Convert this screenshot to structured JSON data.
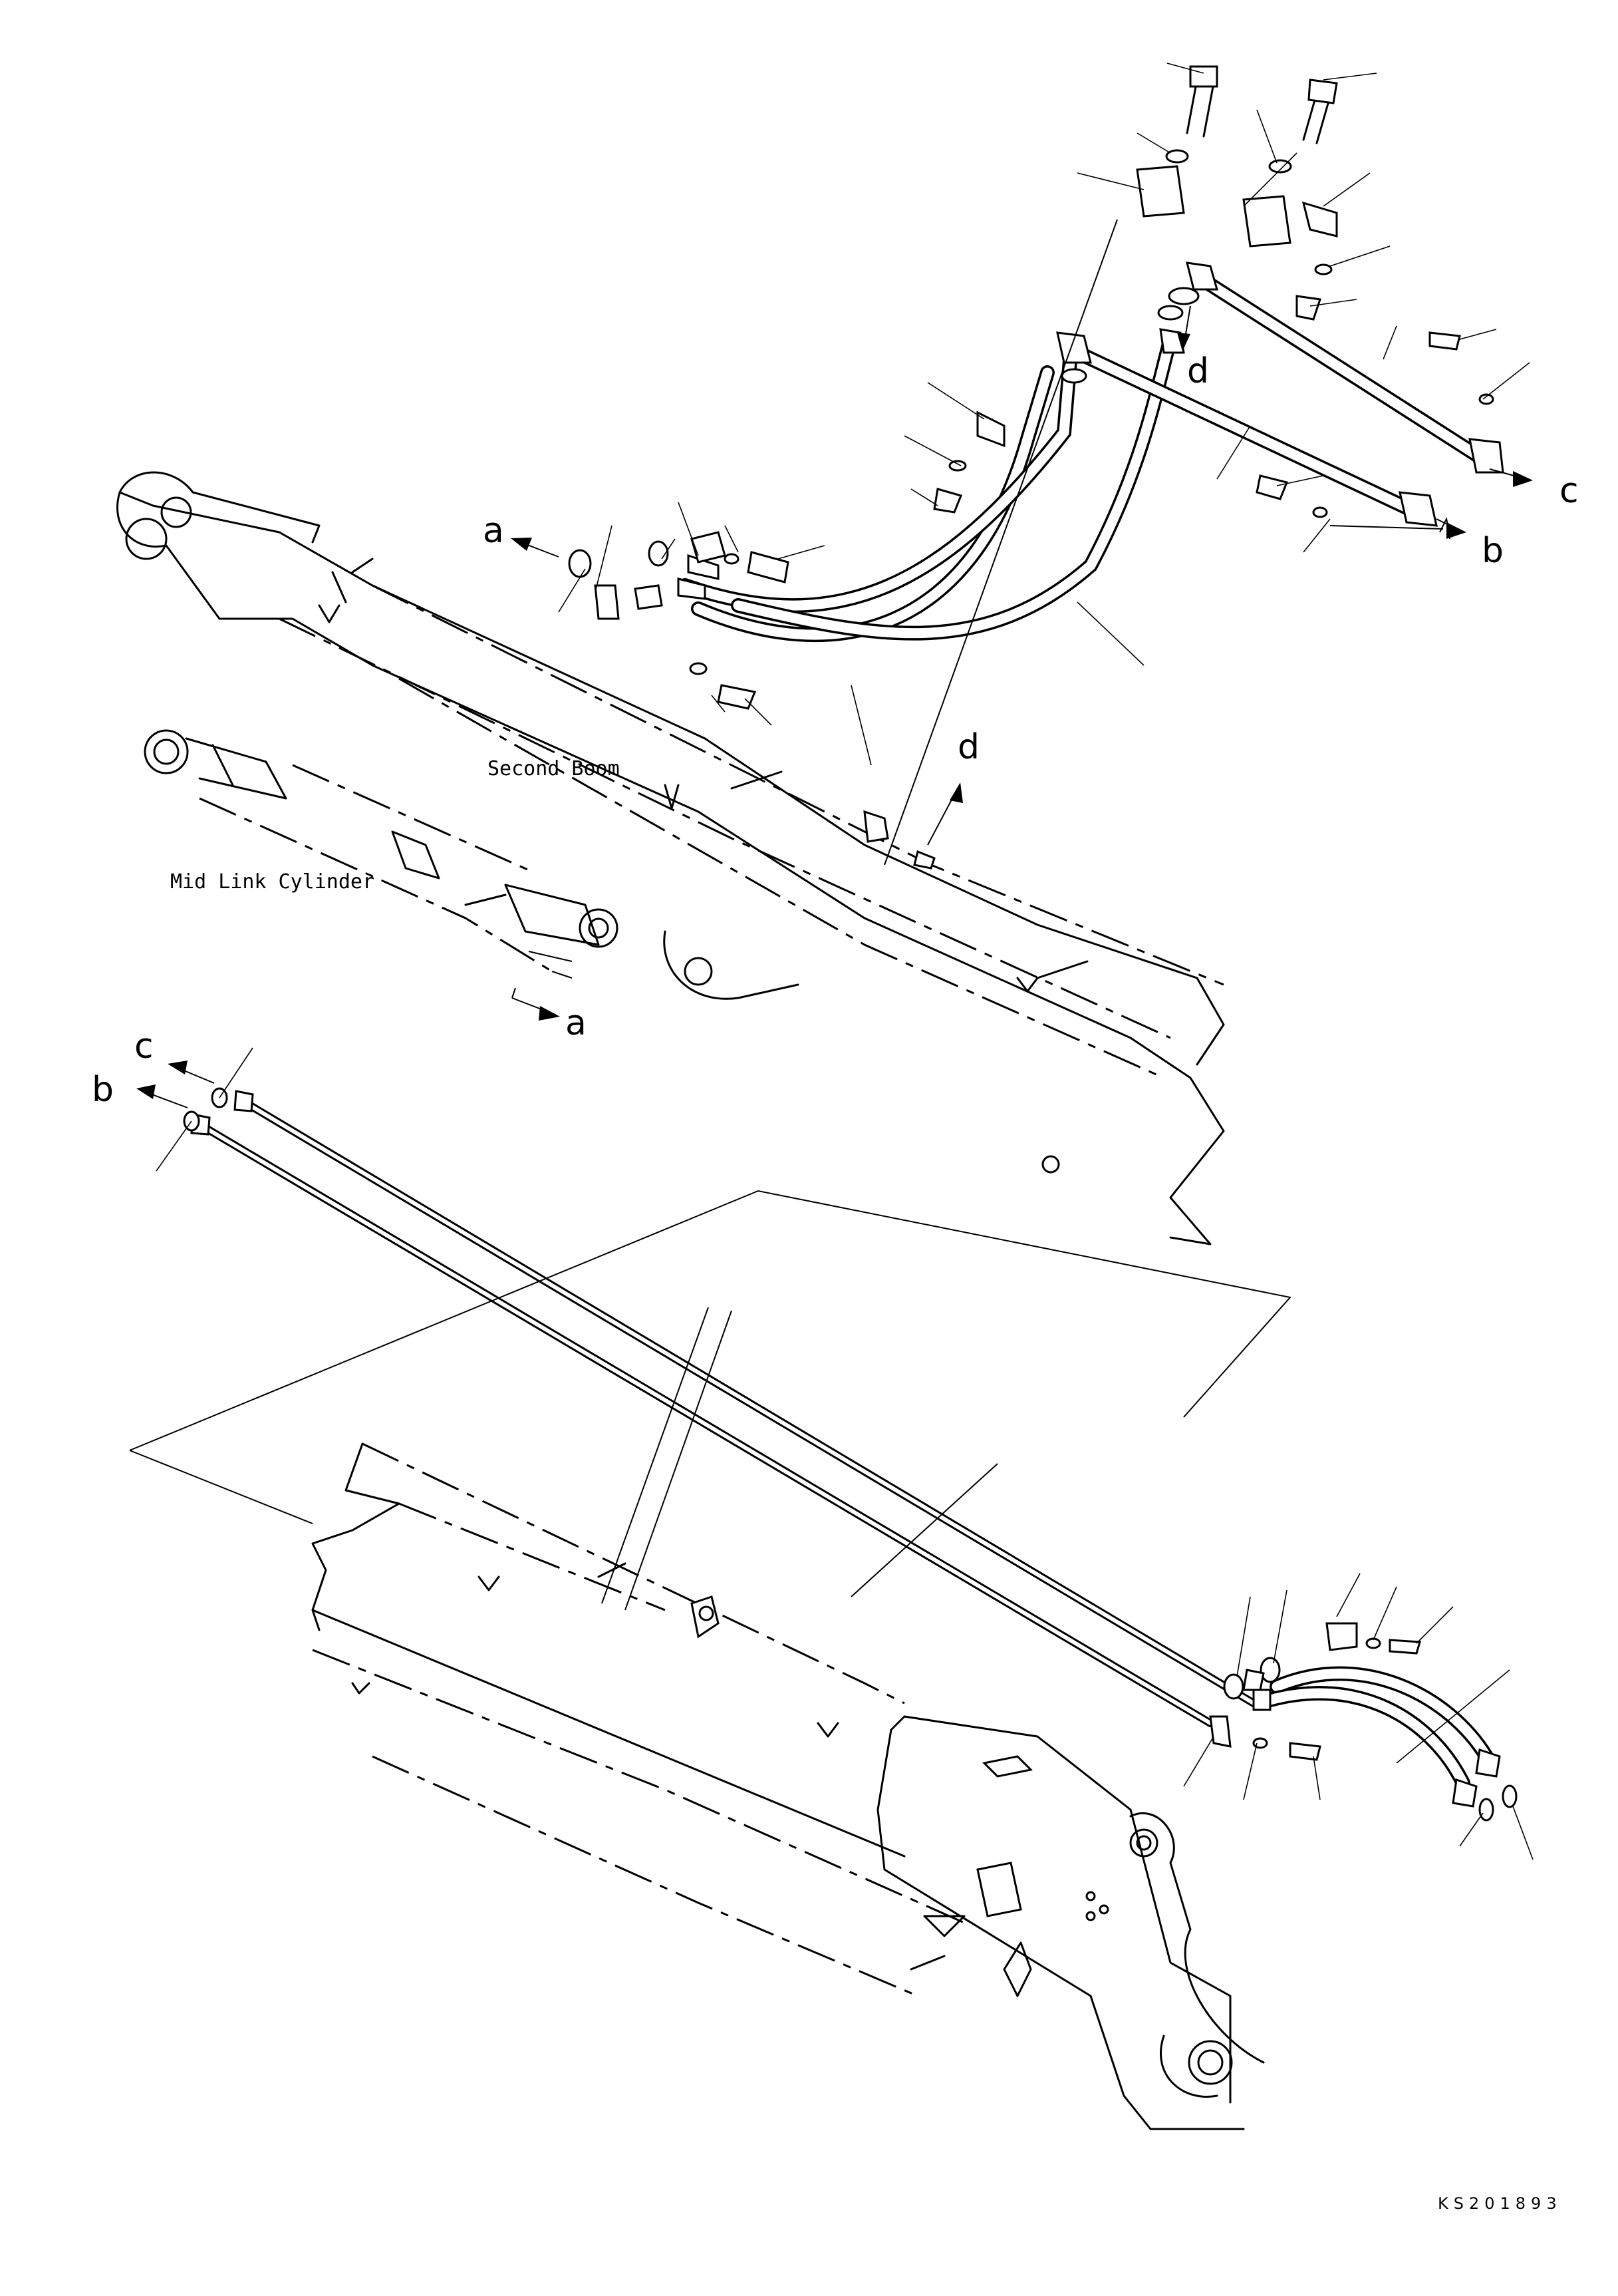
{
  "labels": {
    "second_boom": "Second Boom",
    "mid_link_cylinder": "Mid Link Cylinder",
    "drawing_code": "KS201893"
  },
  "connections": {
    "a": "a",
    "b": "b",
    "c": "c",
    "d": "d"
  }
}
